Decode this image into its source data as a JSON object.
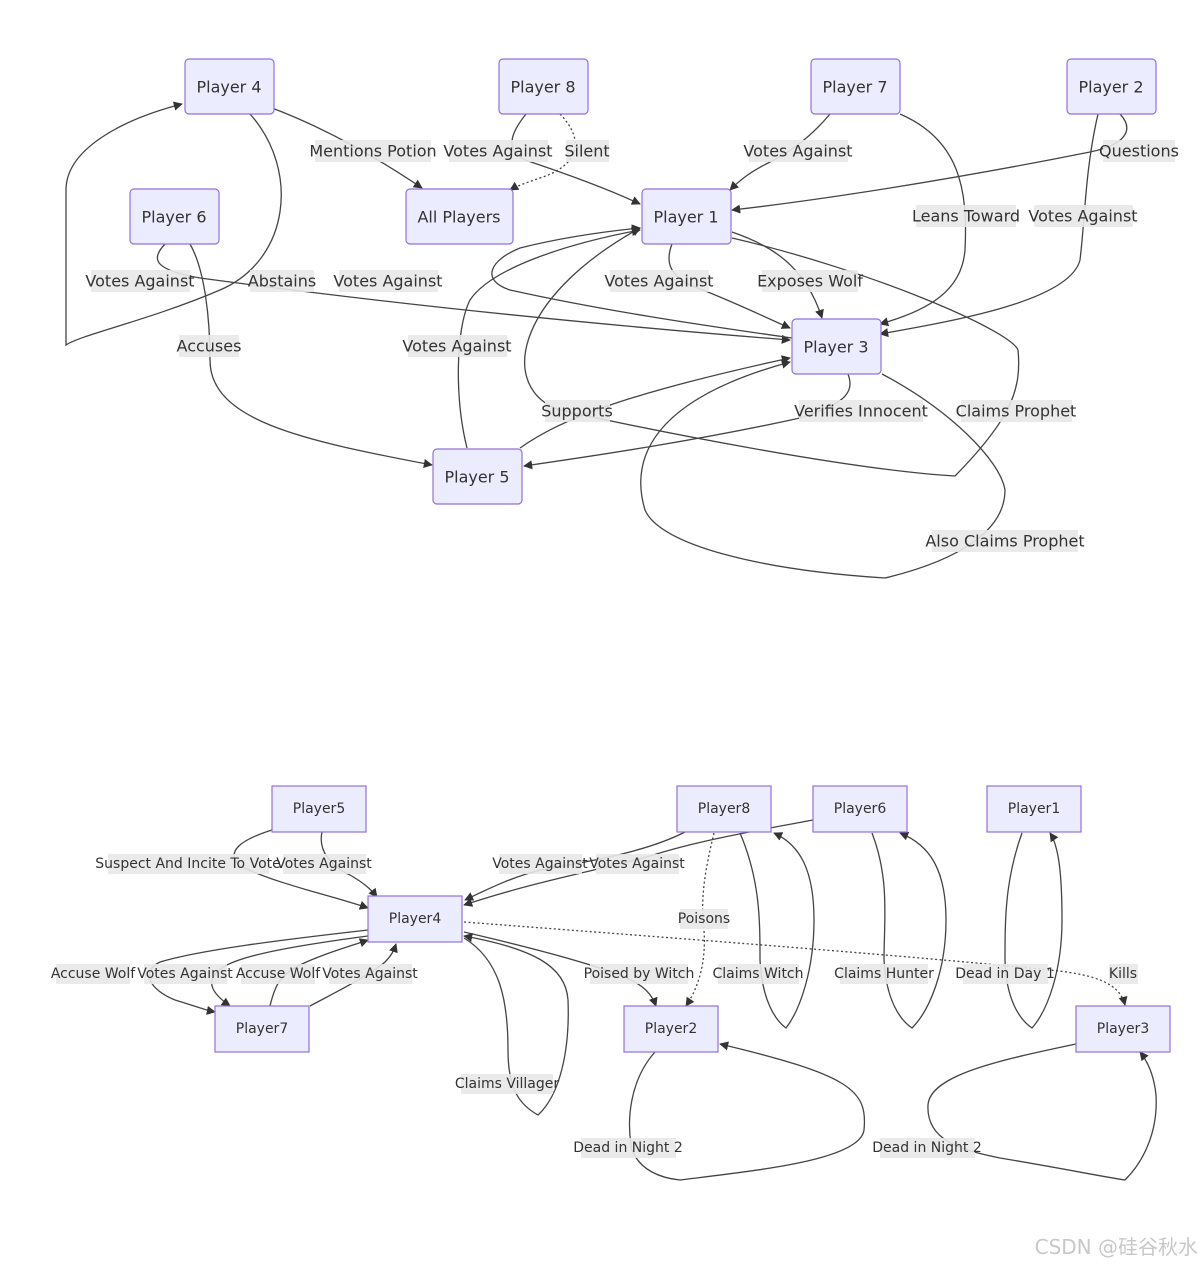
{
  "diagram1": {
    "nodes": {
      "p4": "Player 4",
      "p8": "Player 8",
      "p7": "Player 7",
      "p2": "Player 2",
      "p6": "Player 6",
      "all": "All Players",
      "p1": "Player 1",
      "p3": "Player 3",
      "p5": "Player 5"
    },
    "edge_labels": {
      "mentions_potion": "Mentions Potion",
      "p8_votes": "Votes Against",
      "silent": "Silent",
      "p7_votes": "Votes Against",
      "questions": "Questions",
      "leans_toward": "Leans Toward",
      "p2_votes": "Votes Against",
      "p6_votes": "Votes Against",
      "abstains": "Abstains",
      "votes_against_mid": "Votes Against",
      "p1_votes": "Votes Against",
      "exposes_wolf": "Exposes Wolf",
      "accuses": "Accuses",
      "p5_votes": "Votes Against",
      "supports": "Supports",
      "verifies_innocent": "Verifies Innocent",
      "claims_prophet": "Claims Prophet",
      "also_claims_prophet": "Also Claims Prophet"
    }
  },
  "diagram2": {
    "nodes": {
      "p5": "Player5",
      "p8": "Player8",
      "p6": "Player6",
      "p1": "Player1",
      "p4": "Player4",
      "p7": "Player7",
      "p2": "Player2",
      "p3": "Player3"
    },
    "edge_labels": {
      "suspect": "Suspect And Incite To Vote",
      "p5_votes": "Votes Against",
      "p8_votes": "Votes Against",
      "p6_votes": "Votes Against",
      "poisons": "Poisons",
      "accuse_wolf_1": "Accuse Wolf",
      "votes_against_1": "Votes Against",
      "accuse_wolf_2": "Accuse Wolf",
      "votes_against_2": "Votes Against",
      "poised_by_witch": "Poised by Witch",
      "claims_witch": "Claims Witch",
      "claims_hunter": "Claims Hunter",
      "dead_day1": "Dead in Day 1",
      "kills": "Kills",
      "claims_villager": "Claims Villager",
      "dead_night2_a": "Dead in Night 2",
      "dead_night2_b": "Dead in Night 2"
    }
  },
  "watermark": "CSDN @硅谷秋水",
  "colors": {
    "node_fill": "#ececff",
    "node_stroke": "#9370db",
    "edge": "#444444",
    "label_bg": "#e8e8e8"
  }
}
